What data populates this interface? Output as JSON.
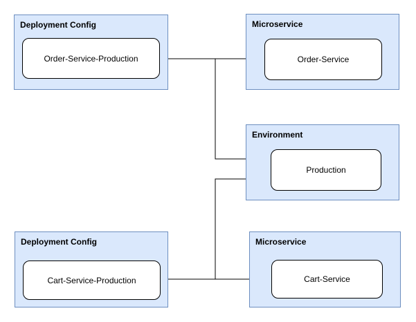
{
  "diagram": {
    "background": "#ffffff",
    "colors": {
      "group_fill": "#dae8fc",
      "group_stroke": "#6c8ebf",
      "node_fill": "#ffffff",
      "node_stroke": "#000000",
      "edge_color": "#000000"
    },
    "groups": [
      {
        "label": "Deployment Config",
        "node": "Order-Service-Production"
      },
      {
        "label": "Microservice",
        "node": "Order-Service"
      },
      {
        "label": "Environment",
        "node": "Production"
      },
      {
        "label": "Deployment Config",
        "node": "Cart-Service-Production"
      },
      {
        "label": "Microservice",
        "node": "Cart-Service"
      }
    ],
    "edges": [
      {
        "from": "Order-Service-Production",
        "to": "Order-Service"
      },
      {
        "from": "Order-Service-Production",
        "to": "Production"
      },
      {
        "from": "Cart-Service-Production",
        "to": "Cart-Service"
      },
      {
        "from": "Cart-Service-Production",
        "to": "Production"
      }
    ]
  }
}
